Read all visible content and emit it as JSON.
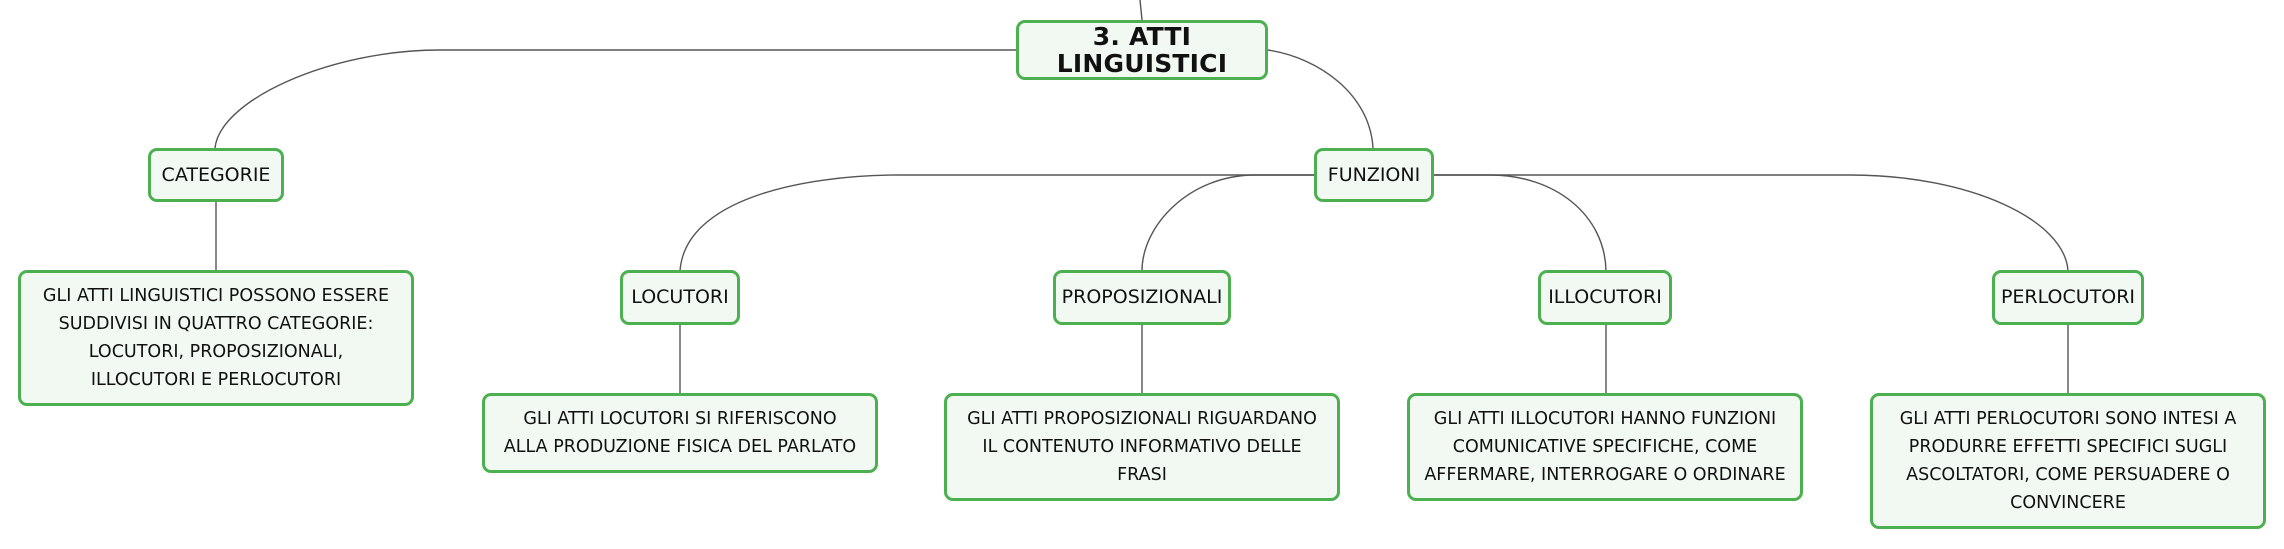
{
  "colors": {
    "node_border": "#4caf50",
    "node_fill": "#f2f9f3",
    "connector": "#555555",
    "text": "#111111"
  },
  "root": {
    "label": "3. ATTI LINGUISTICI"
  },
  "categorie": {
    "label": "CATEGORIE",
    "description": "GLI ATTI LINGUISTICI POSSONO ESSERE SUDDIVISI IN QUATTRO CATEGORIE: LOCUTORI, PROPOSIZIONALI, ILLOCUTORI E PERLOCUTORI"
  },
  "funzioni": {
    "label": "FUNZIONI",
    "children": [
      {
        "label": "LOCUTORI",
        "description": "GLI ATTI LOCUTORI SI RIFERISCONO ALLA PRODUZIONE FISICA DEL PARLATO"
      },
      {
        "label": "PROPOSIZIONALI",
        "description": "GLI ATTI PROPOSIZIONALI RIGUARDANO IL CONTENUTO INFORMATIVO DELLE FRASI"
      },
      {
        "label": "ILLOCUTORI",
        "description": "GLI ATTI ILLOCUTORI HANNO FUNZIONI COMUNICATIVE SPECIFICHE, COME AFFERMARE, INTERROGARE O ORDINARE"
      },
      {
        "label": "PERLOCUTORI",
        "description": "GLI ATTI PERLOCUTORI SONO INTESI A PRODURRE EFFETTI SPECIFICI SUGLI ASCOLTATORI, COME PERSUADERE O CONVINCERE"
      }
    ]
  }
}
